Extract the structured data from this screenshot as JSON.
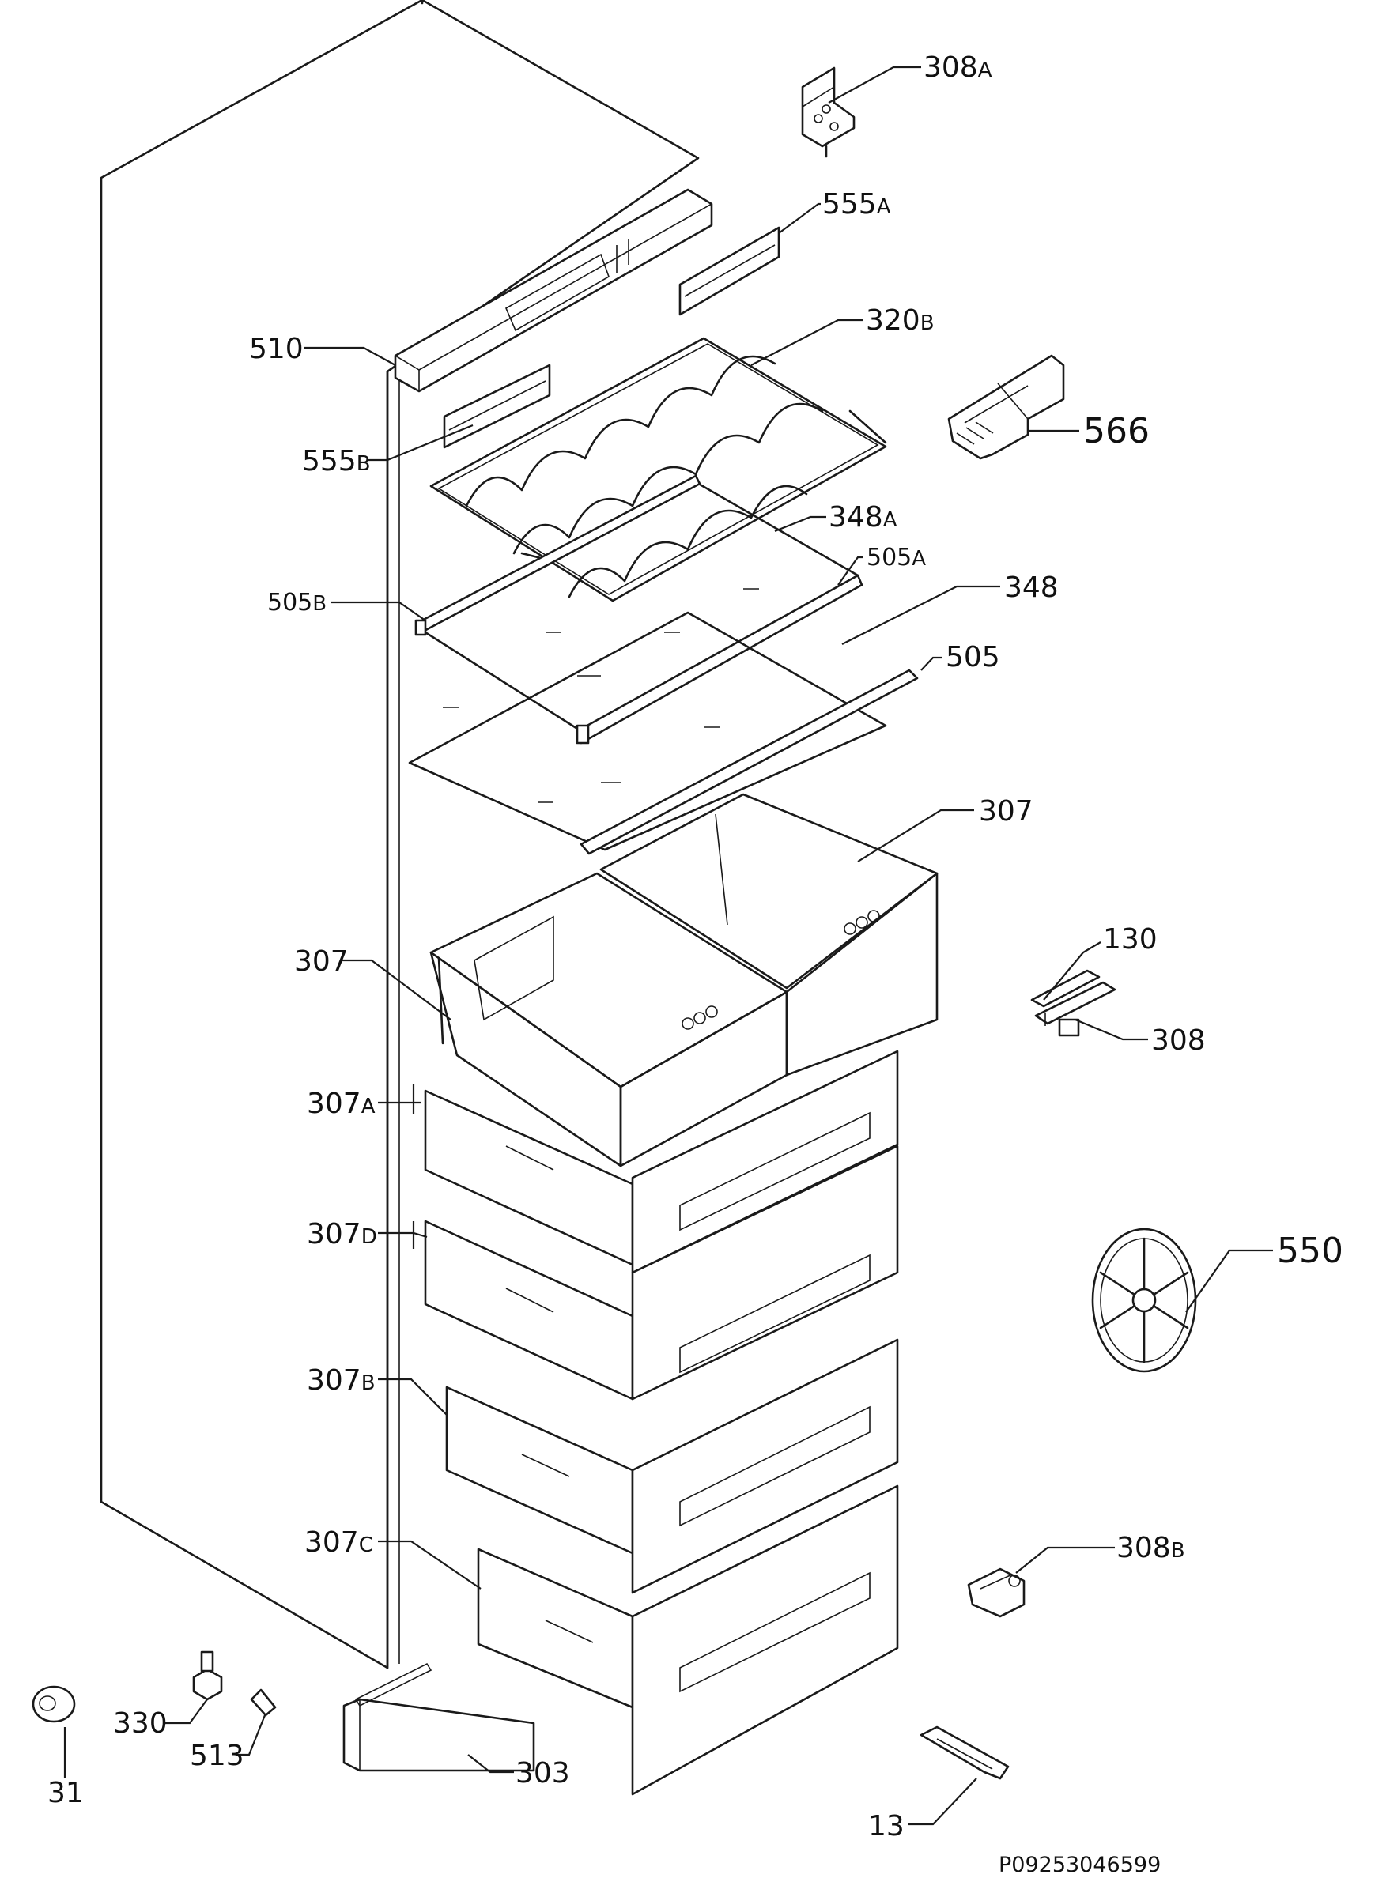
{
  "labels": {
    "l308a": {
      "num": "308",
      "suffix": "A"
    },
    "l555a": {
      "num": "555",
      "suffix": "A"
    },
    "l510": {
      "num": "510",
      "suffix": ""
    },
    "l320b": {
      "num": "320",
      "suffix": "B"
    },
    "l566": {
      "num": "566",
      "suffix": ""
    },
    "l555b": {
      "num": "555",
      "suffix": "B"
    },
    "l348a": {
      "num": "348",
      "suffix": "A"
    },
    "l505a": {
      "num": "505",
      "suffix": "A"
    },
    "l505b": {
      "num": "505",
      "suffix": "B"
    },
    "l348": {
      "num": "348",
      "suffix": ""
    },
    "l505": {
      "num": "505",
      "suffix": ""
    },
    "l307r": {
      "num": "307",
      "suffix": ""
    },
    "l307l": {
      "num": "307",
      "suffix": ""
    },
    "l130": {
      "num": "130",
      "suffix": ""
    },
    "l308": {
      "num": "308",
      "suffix": ""
    },
    "l307a": {
      "num": "307",
      "suffix": "A"
    },
    "l307d": {
      "num": "307",
      "suffix": "D"
    },
    "l550": {
      "num": "550",
      "suffix": ""
    },
    "l307b": {
      "num": "307",
      "suffix": "B"
    },
    "l307c": {
      "num": "307",
      "suffix": "C"
    },
    "l308b": {
      "num": "308",
      "suffix": "B"
    },
    "l330": {
      "num": "330",
      "suffix": ""
    },
    "l513": {
      "num": "513",
      "suffix": ""
    },
    "l303": {
      "num": "303",
      "suffix": ""
    },
    "l31": {
      "num": "31",
      "suffix": ""
    },
    "l13": {
      "num": "13",
      "suffix": ""
    }
  },
  "document_code": "P09253046599"
}
